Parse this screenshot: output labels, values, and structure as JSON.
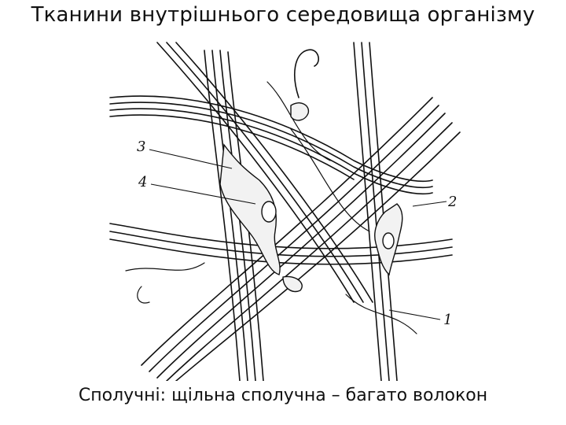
{
  "slide": {
    "title": "Тканини внутрішнього середовища організму",
    "caption": "Сполучні: щільна сполучна – багато волокон"
  },
  "figure": {
    "labels": [
      {
        "id": "label-1",
        "text": "1"
      },
      {
        "id": "label-2",
        "text": "2"
      },
      {
        "id": "label-3",
        "text": "3"
      },
      {
        "id": "label-4",
        "text": "4"
      }
    ]
  }
}
